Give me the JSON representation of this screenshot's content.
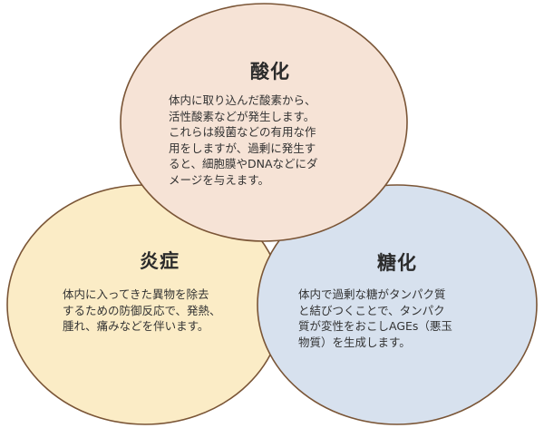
{
  "colors": {
    "oxidation_fill": "#f6e3d6",
    "inflammation_fill": "#fbecc6",
    "glycation_fill": "#d7e1ee",
    "outline": "#7a5536"
  },
  "oxidation": {
    "title": "酸化",
    "text": "体内に取り込んだ酸素から、\n活性酸素などが発生します。\nこれらは殺菌などの有用な作\n用をしますが、過剰に発生す\nると、細胞膜やDNAなどにダ\nメージを与えます。"
  },
  "inflammation": {
    "title": "炎症",
    "text": "体内に入ってきた異物を除去\nするための防御反応で、発熱、\n腫れ、痛みなどを伴います。"
  },
  "glycation": {
    "title": "糖化",
    "text": "体内で過剰な糖がタンパク質\nと結びつくことで、タンパク\n質が変性をおこしAGEs（悪玉\n物質）を生成します。"
  }
}
